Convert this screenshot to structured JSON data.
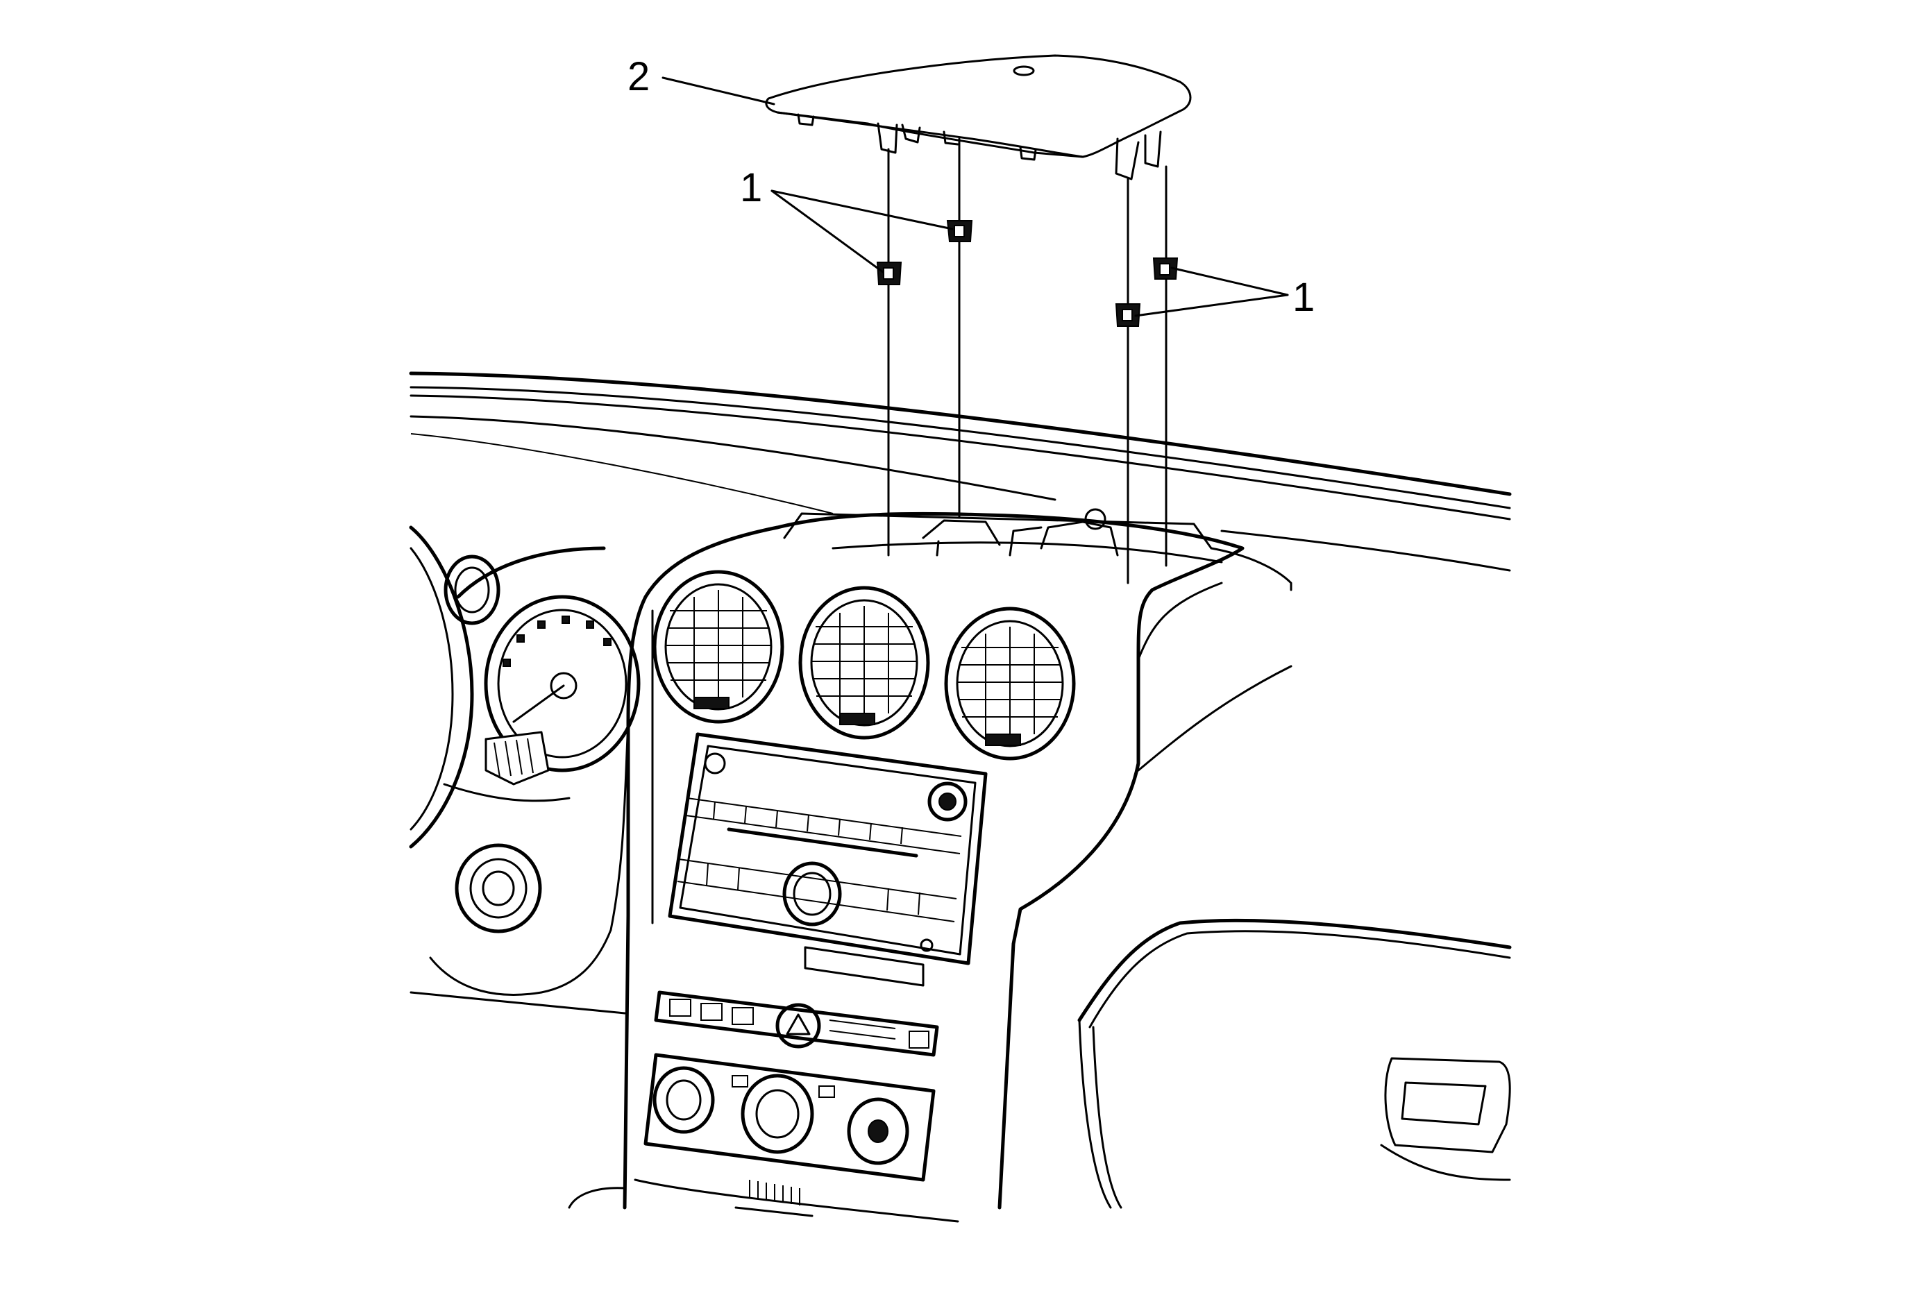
{
  "callouts": [
    {
      "id": "callout-2",
      "text": "2"
    },
    {
      "id": "callout-1-left",
      "text": "1"
    },
    {
      "id": "callout-1-right",
      "text": "1"
    }
  ],
  "colors": {
    "line": "#000000",
    "background": "#ffffff"
  }
}
